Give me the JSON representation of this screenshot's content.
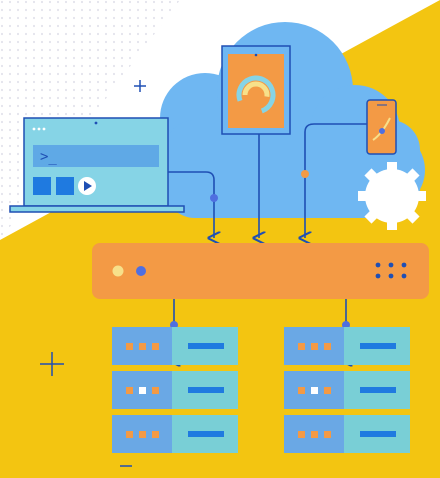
{
  "colors": {
    "background_white": "#ffffff",
    "background_yellow": "#f3c511",
    "dots_pattern": "#e8e8ef",
    "cloud": "#6fb7f2",
    "laptop_screen": "#86d4e6",
    "navy": "#1f4fb4",
    "orange": "#f39a45",
    "server_blue": "#6aa8e5",
    "server_teal": "#79cfd6",
    "gear": "#ffffff"
  },
  "laptop": {
    "terminal_prompt": ">_",
    "play_icon": "play-icon"
  },
  "icons": {
    "laptop": "laptop-icon",
    "tablet": "tablet-icon",
    "phone": "phone-icon",
    "gear": "gear-icon",
    "plus": "plus-icon",
    "minus": "minus-icon",
    "arrow": "arrow-down-icon"
  },
  "servers": [
    {
      "units": 3
    },
    {
      "units": 3
    }
  ],
  "load_balancer": {
    "status_lights": [
      "#f7e08a",
      "#4f6fe0"
    ],
    "grid_dots": 6
  }
}
